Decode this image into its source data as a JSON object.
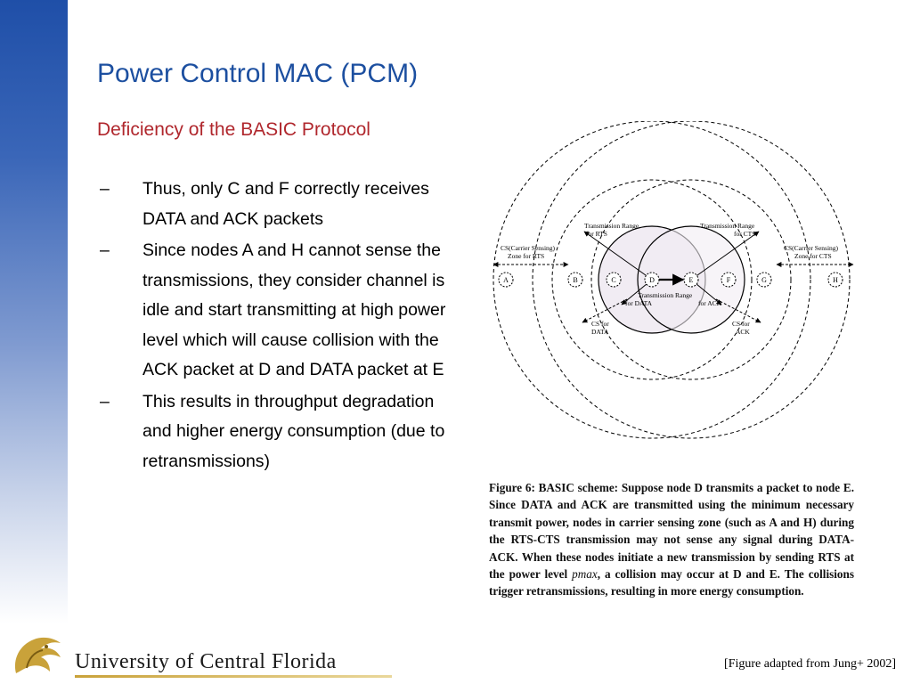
{
  "slide": {
    "title": "Power Control MAC (PCM)",
    "subtitle": "Deficiency of the BASIC Protocol",
    "bullet_marker": "–",
    "bullets": [
      "Thus, only C and F correctly receives DATA and ACK packets",
      "Since nodes A and H cannot sense the transmissions, they consider channel is idle and start transmitting at high power level which will cause collision with the ACK packet at D and DATA packet at E",
      "This results in throughput degradation and higher energy consumption  (due to retransmissions)"
    ]
  },
  "figure": {
    "nodes": [
      "A",
      "B",
      "C",
      "D",
      "E",
      "F",
      "G",
      "H"
    ],
    "labels": {
      "tr_rts_1": "Transmission Range",
      "tr_rts_2": "for RTS",
      "tr_cts_1": "Transmission Range",
      "tr_cts_2": "for CTS",
      "cs_rts_1": "CS(Carrier Sensing)",
      "cs_rts_2": "Zone for RTS",
      "cs_cts_1": "CS(Carrier Sensing)",
      "cs_cts_2": "Zone for CTS",
      "tr_data_1": "Transmission Range",
      "tr_data_2": "for DATA",
      "tr_ack": "for ACK",
      "cs_data_1": "CS for",
      "cs_data_2": "DATA",
      "cs_ack_1": "CS for",
      "cs_ack_2": "ACK"
    },
    "caption": {
      "before": "Figure 6:  BASIC scheme:  Suppose node D transmits a packet to node E. Since DATA and ACK are transmitted using the minimum necessary transmit power, nodes in carrier sensing zone (such as A and H) during the RTS-CTS transmission may not sense any signal during DATA-ACK. When these nodes initiate a new transmission by sending RTS at the power level ",
      "symbol": "pmax",
      "after": ", a collision may occur at D and E. The collisions trigger retransmissions, resulting in more energy consumption."
    }
  },
  "footer": {
    "university": "University of Central Florida",
    "credit": "[Figure adapted from Jung+ 2002]"
  },
  "colors": {
    "title": "#1c4fa0",
    "subtitle": "#b0272d",
    "sidebar": "#1f4fa8",
    "logo_gold": "#c9a23a"
  }
}
